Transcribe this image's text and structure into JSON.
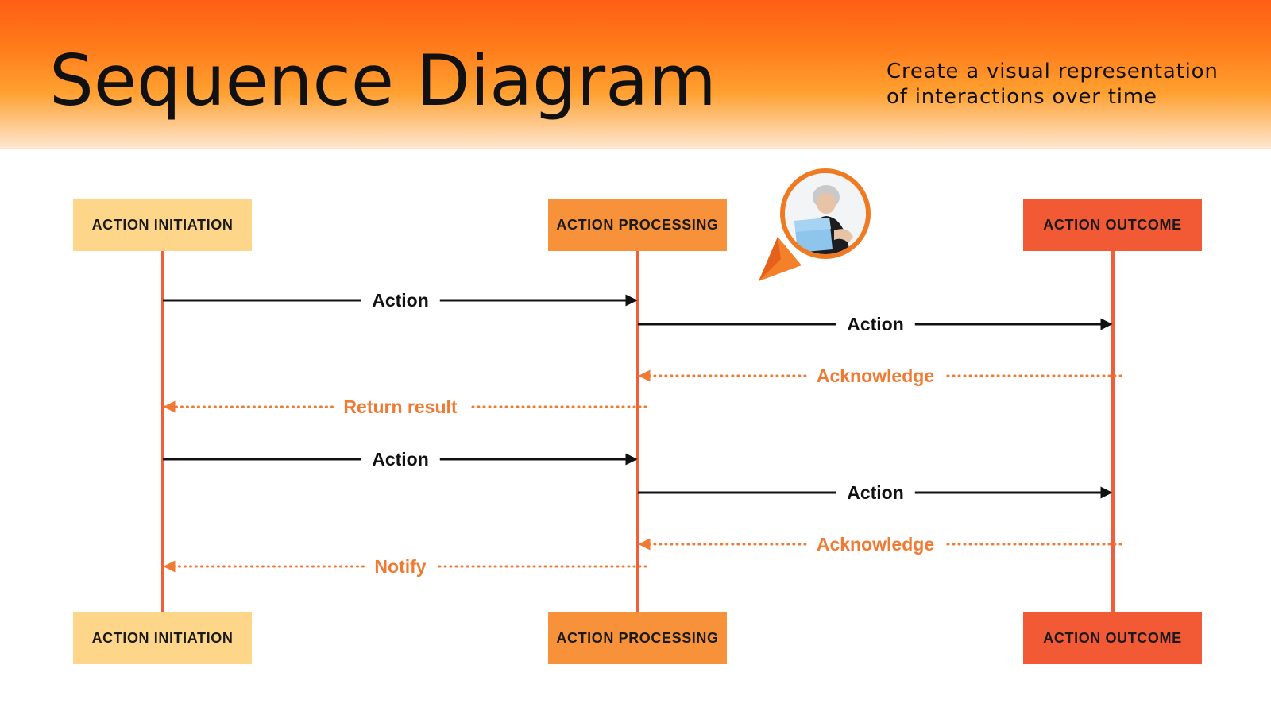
{
  "header": {
    "title": "Sequence Diagram",
    "subtitle_line1": "Create a visual representation",
    "subtitle_line2": "of interactions over time"
  },
  "colors": {
    "initiation": "#fdd68a",
    "processing": "#f7923a",
    "outcome": "#f25a36",
    "lifeline": "#ef5f3a",
    "request": "#111111",
    "response": "#f07a32"
  },
  "lifelines": [
    {
      "label": "ACTION INITIATION"
    },
    {
      "label": "ACTION PROCESSING"
    },
    {
      "label": "ACTION OUTCOME"
    }
  ],
  "messages": [
    {
      "label": "Action",
      "from": 0,
      "to": 1,
      "kind": "request"
    },
    {
      "label": "Action",
      "from": 1,
      "to": 2,
      "kind": "request"
    },
    {
      "label": "Acknowledge",
      "from": 2,
      "to": 1,
      "kind": "response"
    },
    {
      "label": "Return result",
      "from": 1,
      "to": 0,
      "kind": "response"
    },
    {
      "label": "Action",
      "from": 0,
      "to": 1,
      "kind": "request"
    },
    {
      "label": "Action",
      "from": 1,
      "to": 2,
      "kind": "request"
    },
    {
      "label": "Acknowledge",
      "from": 2,
      "to": 1,
      "kind": "response"
    },
    {
      "label": "Notify",
      "from": 1,
      "to": 0,
      "kind": "response"
    }
  ],
  "avatar": {
    "icon": "person-with-laptop-photo"
  }
}
